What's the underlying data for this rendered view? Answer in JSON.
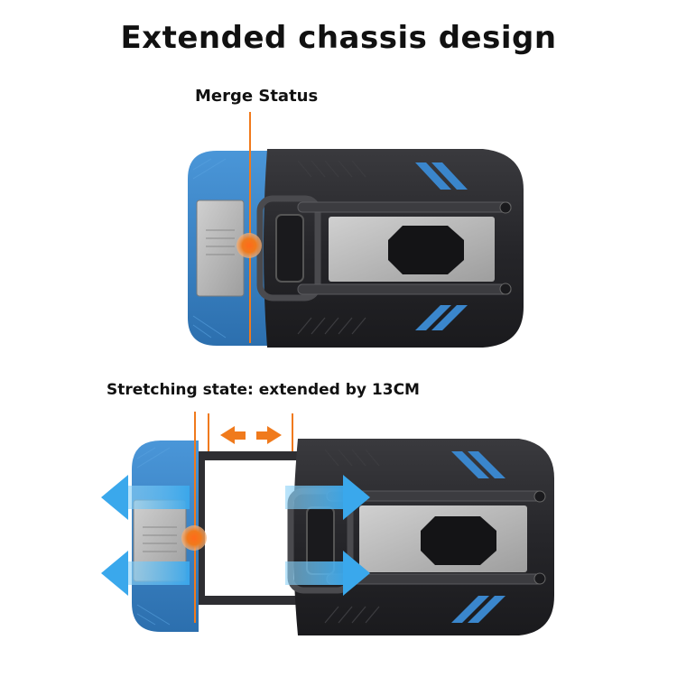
{
  "title": "Extended chassis design",
  "merge_label": "Merge Status",
  "stretch_label": "Stretching state: extended by 13CM",
  "colors": {
    "blue": "#3a86cc",
    "blue_dark": "#2a6aa6",
    "body": "#2b2b2e",
    "body_dark": "#1c1c1f",
    "orange": "#f07a1c",
    "arrow_blue": "#54b6ee",
    "plate": "#b8b8b8"
  }
}
